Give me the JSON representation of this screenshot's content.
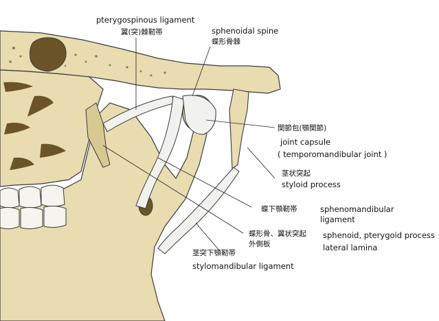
{
  "labels": {
    "pterygospinous_en": "pterygospinous ligament",
    "pterygospinous_jp": "翼(突)棘靭帯",
    "sphenoidal_spine_en": "sphenoidal spine",
    "sphenoidal_spine_jp": "蝶形骨棘",
    "joint_capsule_jp": "関節包(顎関節)",
    "joint_capsule_en": "joint capsule",
    "tmj_en": "( temporomandibular joint )",
    "styloid_jp": "茎状突起",
    "styloid_en": "styloid process",
    "sphenomandibular_jp": "蝶下顎靭帯",
    "sphenomandibular_en_1": "sphenomandibular",
    "sphenomandibular_en_2": "ligament",
    "pterygoid_jp_1": "蝶形骨、翼状突起",
    "pterygoid_jp_2": "外側板",
    "pterygoid_en_1": "sphenoid, pterygoid process",
    "pterygoid_en_2": "lateral lamina",
    "stylomandibular_jp": "茎突下顎靭帯",
    "stylomandibular_en": "stylomandibular ligament"
  },
  "colors": {
    "bone": "#e8dcb0",
    "bone_shadow": "#c4b37e",
    "cavity": "#6b5528",
    "ligament": "#f1f1ee",
    "outline": "#3a3a3a"
  }
}
